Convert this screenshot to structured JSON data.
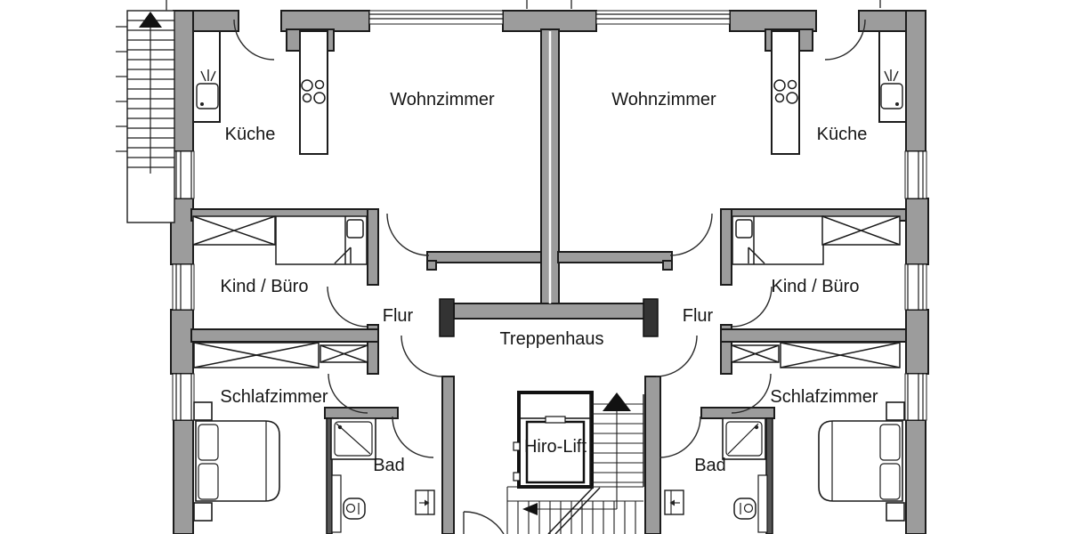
{
  "diagram": {
    "type": "floor-plan",
    "language": "de",
    "description": "Obergeschoss-Grundriss: zwei spiegelgleiche Wohnungen mit zentralem Treppenhaus und Lift"
  },
  "labels": {
    "left_apartment": {
      "kitchen": "Küche",
      "living_room": "Wohnzimmer",
      "child_office": "Kind / Büro",
      "hallway": "Flur",
      "bedroom": "Schlafzimmer",
      "bathroom": "Bad"
    },
    "right_apartment": {
      "kitchen": "Küche",
      "living_room": "Wohnzimmer",
      "child_office": "Kind / Büro",
      "hallway": "Flur",
      "bedroom": "Schlafzimmer",
      "bathroom": "Bad"
    },
    "stairwell": {
      "name": "Treppenhaus",
      "lift": "Hiro-Lift"
    }
  },
  "colors": {
    "background": "#ffffff",
    "wall_fill": "#9c9c9c",
    "wall_dark_fill": "#555555",
    "outline": "#1c1c1c",
    "text": "#161616"
  }
}
